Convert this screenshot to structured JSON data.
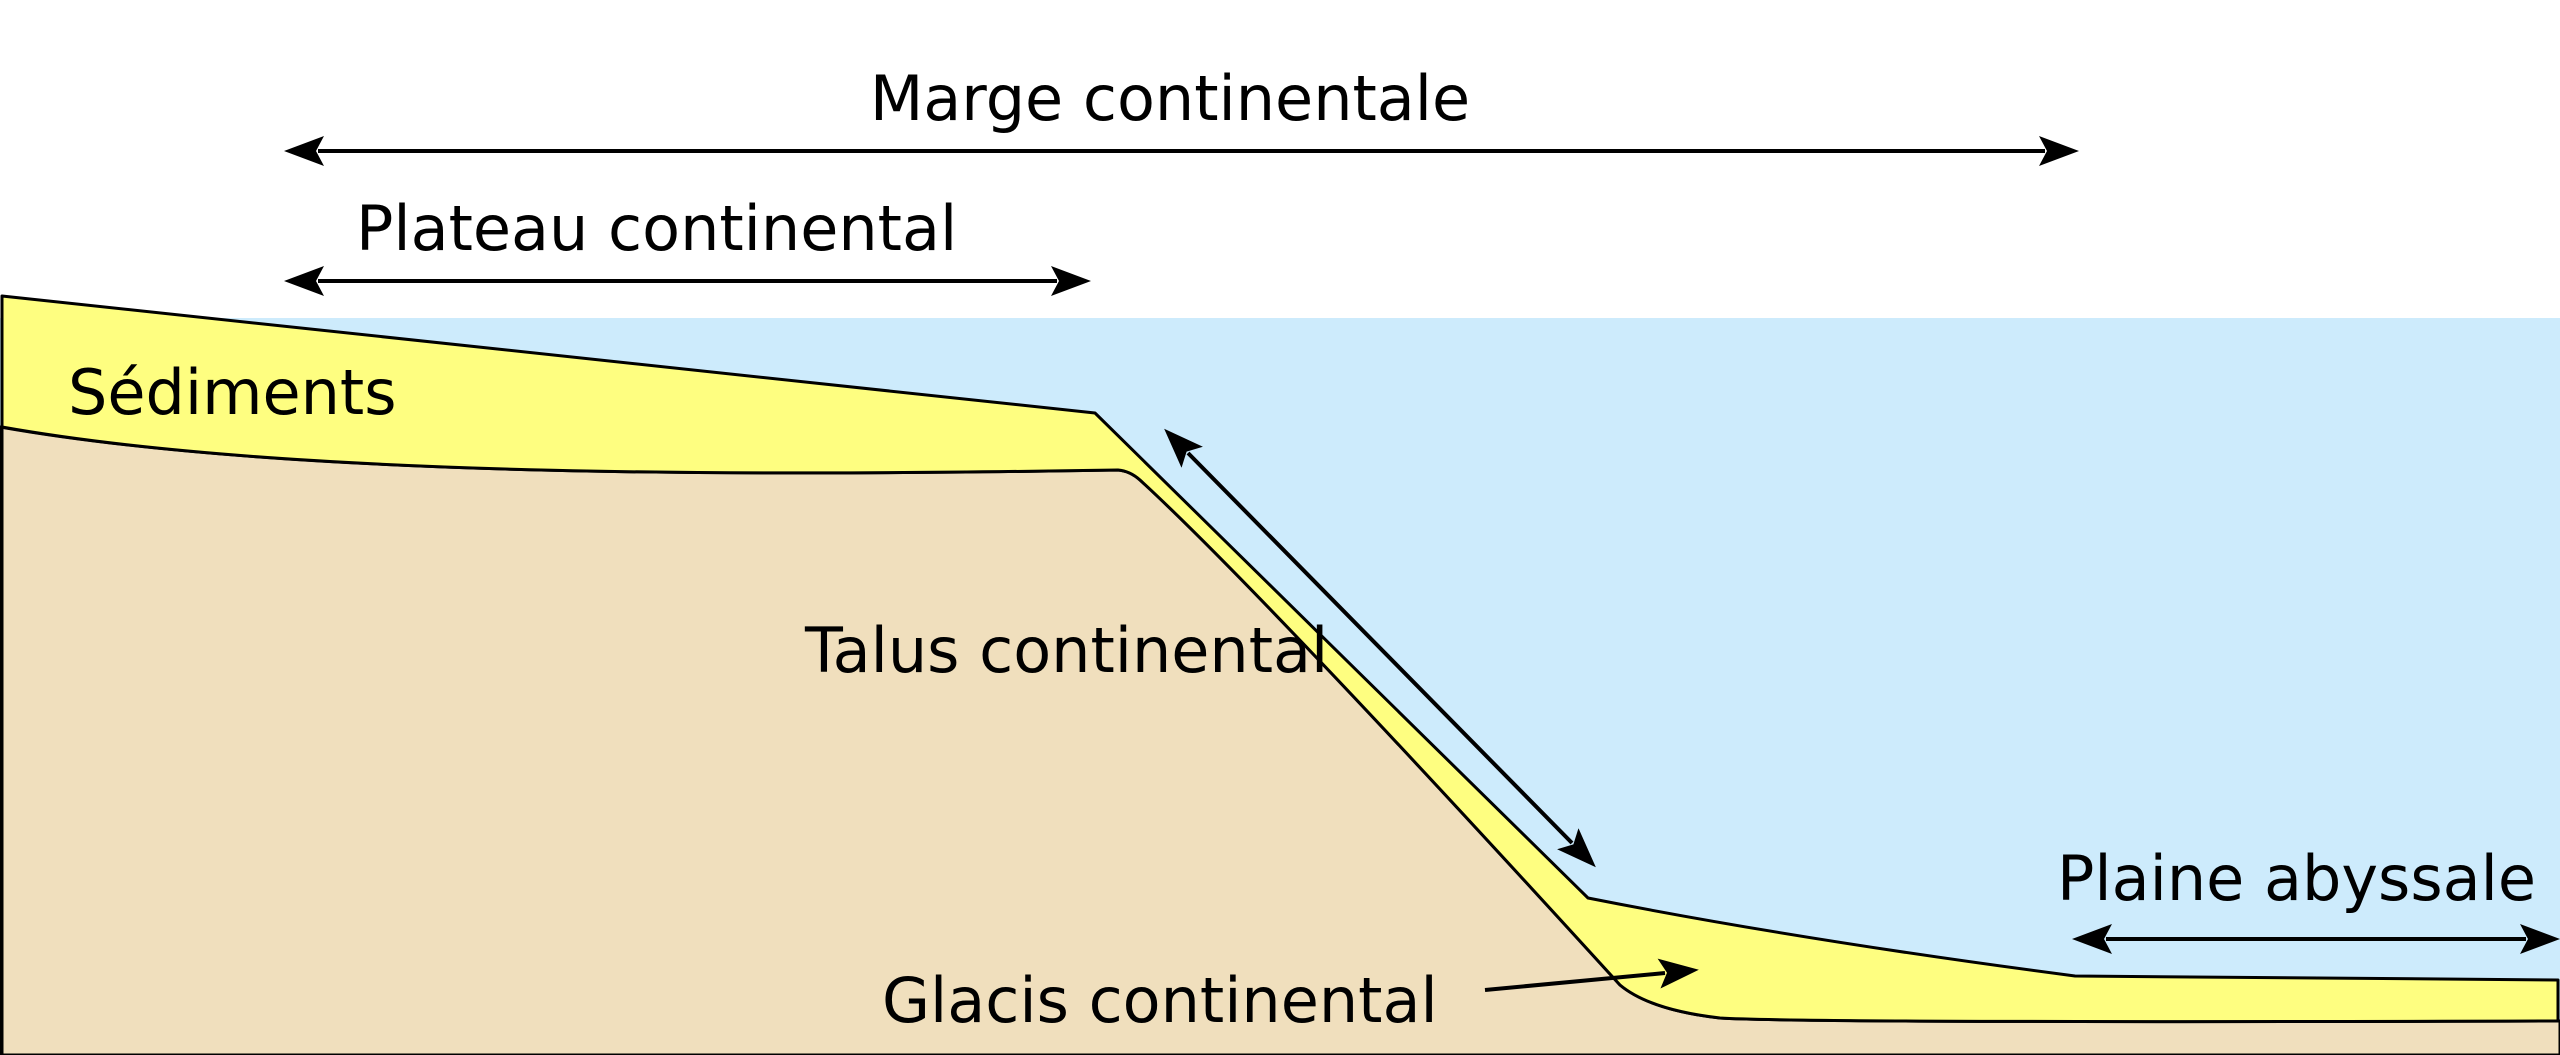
{
  "labels": {
    "marge": "Marge continentale",
    "plateau": "Plateau continental",
    "sediments": "Sédiments",
    "talus": "Talus continental",
    "plaine": "Plaine abyssale",
    "glacis": "Glacis continental"
  },
  "colors": {
    "sea": "#cdebfc",
    "sediment": "#fefe80",
    "crust": "#f0dfbd",
    "line": "#000000",
    "background": "#ffffff"
  }
}
